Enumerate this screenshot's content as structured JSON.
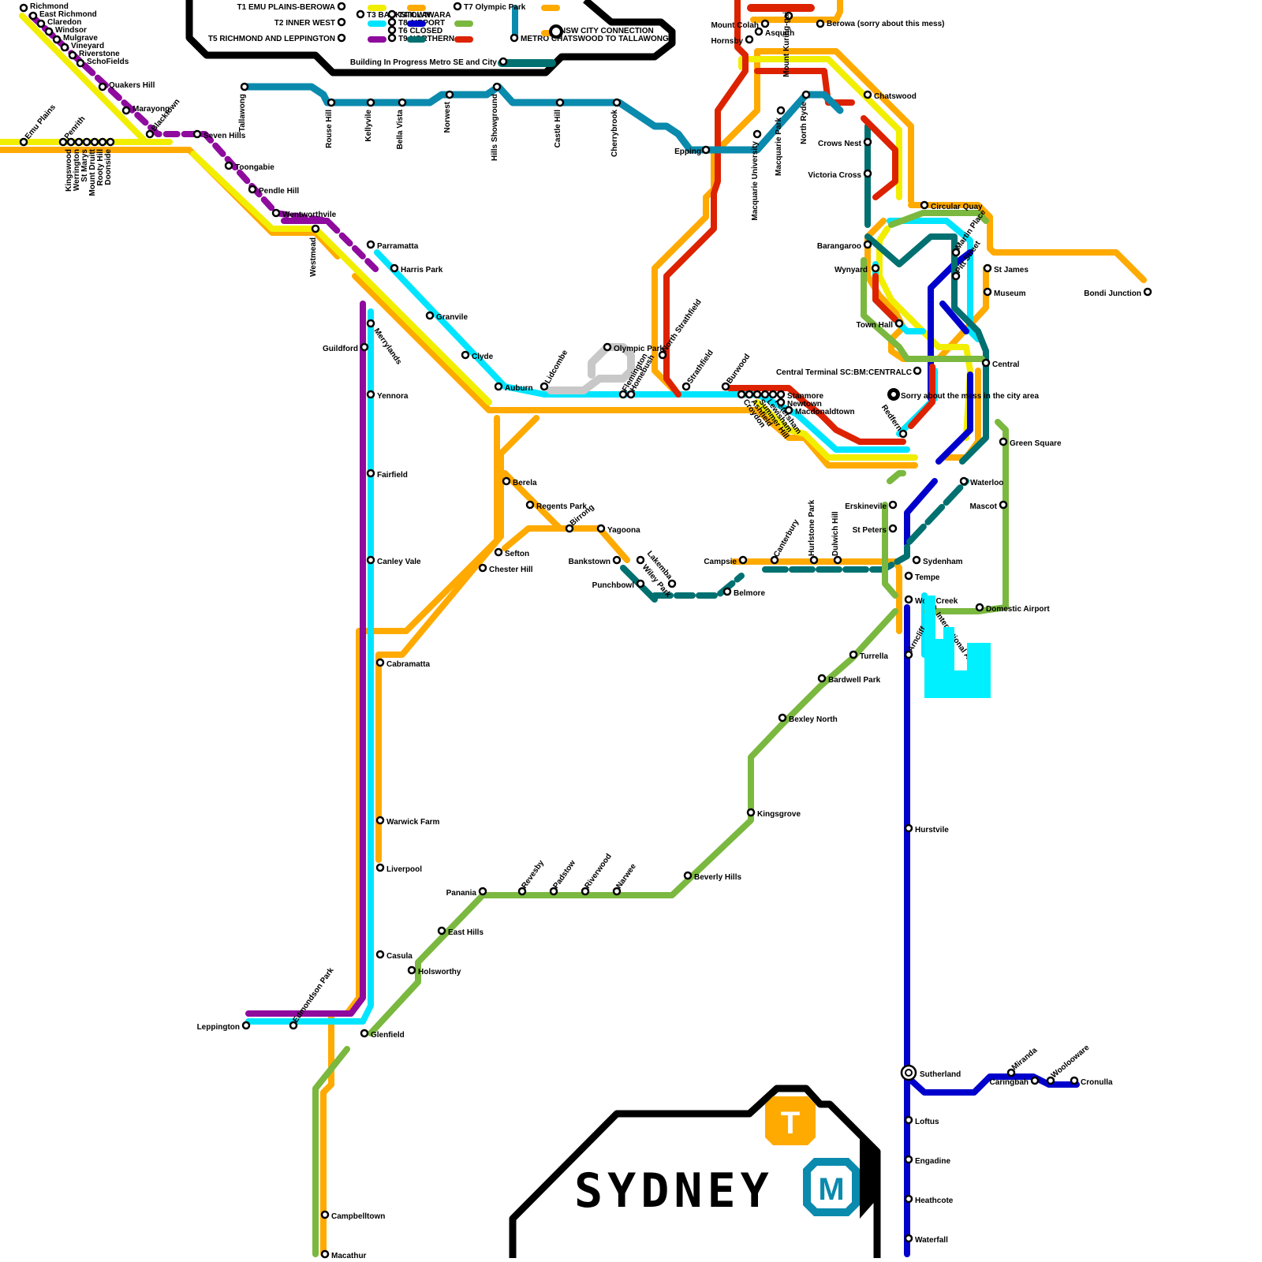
{
  "title": "SYDNEY",
  "logos": {
    "trains_letter": "T",
    "metro_letter": "M",
    "trains_icon": "trains-logo-icon",
    "metro_icon": "metro-logo-icon"
  },
  "colors": {
    "T1": "#ffaa00",
    "T2": "#00e5ff",
    "T3": "#8e0b9e",
    "T4": "#0000cc",
    "T5": "#8e0b9e",
    "T6": "#007070",
    "T7": "#c8c8c8",
    "T8": "#7ab83f",
    "T9": "#dd2200",
    "ON": "#f2ee00",
    "Metro": "#0a8aad",
    "text": "#000000",
    "background": "#ffffff"
  },
  "legend": {
    "t1": "T1 EMU PLAINS-BEROWA",
    "t2": "T2 INNER WEST",
    "t5": "T5 RICHMOND AND LEPPINGTON",
    "t3": "T3 BANKSTOWN",
    "t4": "T4 ILLAWARA",
    "t8": "T8 AIRPORT",
    "t6": "T6 CLOSED",
    "t9": "T9 NORTHERN",
    "t7": "T7 Olympic Park",
    "nsw": "NSW CITY CONNECTION",
    "metro": "METRO CHATSWOOD TO TALLAWONG",
    "building": "Building In Progress Metro SE and City"
  },
  "notes": {
    "berowa": "Berowa (sorry about this mess)",
    "city": "Sorry about the mess in the city area",
    "central_terminal": "Central Terminal SC:BM:CENTRALC"
  },
  "stations": [
    "Richmond",
    "East Richmond",
    "Claredon",
    "Windsor",
    "Mulgrave",
    "Vineyard",
    "Riverstone",
    "SchoFields",
    "Quakers Hill",
    "Marayong",
    "Blacktown",
    "Seven Hills",
    "Toongabie",
    "Pendle Hill",
    "Wentworthvile",
    "Westmead",
    "Parramatta",
    "Harris Park",
    "Granvile",
    "Clyde",
    "Auburn",
    "Lidcombe",
    "Olympic Park",
    "Flemington",
    "Homebush",
    "North Strathfield",
    "Strathfield",
    "Burwood",
    "Croydon",
    "Ashfield",
    "Summer Hill",
    "Lewisham",
    "Petersham",
    "Stanmore",
    "Newtown",
    "Macdonaldtown",
    "Redfern",
    "Emu Plains",
    "Penrith",
    "Kingswood",
    "Werrington",
    "St Marys",
    "Mount Druitt",
    "Rooty Hill",
    "Doonside",
    "Tallawong",
    "Rouse Hill",
    "Kellyvile",
    "Bella Vista",
    "Norwest",
    "Hills Showground",
    "Castle Hill",
    "Cherrybrook",
    "Epping",
    "Macquarie University",
    "Macquarie Park",
    "North Ryde",
    "Chatswood",
    "Crows Nest",
    "Victoria Cross",
    "Barangaroo",
    "Circular Quay",
    "Wynyard",
    "Martin Place",
    "Pitt Street",
    "St James",
    "Museum",
    "Bondi Junction",
    "Town Hall",
    "Central",
    "Green Square",
    "Waterloo",
    "Mascot",
    "Erskinevile",
    "St Peters",
    "Sydenham",
    "Tempe",
    "Wolli Creek",
    "International Airport",
    "Domestic Airport",
    "Arncliff",
    "Turrella",
    "Bardwell Park",
    "Bexley North",
    "Kingsgrove",
    "Beverly Hills",
    "Narwee",
    "Riverwood",
    "Padstow",
    "Revesby",
    "Panania",
    "East Hills",
    "Holsworthy",
    "Glenfield",
    "Casula",
    "Liverpool",
    "Warwick Farm",
    "Cabramatta",
    "Canley Vale",
    "Fairfield",
    "Yennora",
    "Guildford",
    "Merrylands",
    "Berela",
    "Regents Park",
    "Birrong",
    "Yagoona",
    "Bankstown",
    "Punchbowl",
    "Wiley Park",
    "Lakemba",
    "Belmore",
    "Campsie",
    "Canterbury",
    "Hurlstone Park",
    "Dulwich Hill",
    "Sefton",
    "Chester Hill",
    "Leppington",
    "Edmondson Park",
    "Campbelltown",
    "Macathur",
    "Hurstvile",
    "Sutherland",
    "Loftus",
    "Engadine",
    "Heathcote",
    "Waterfall",
    "Miranda",
    "Caringbah",
    "Woolooware",
    "Cronulla",
    "Hornsby",
    "Asquith",
    "Mount Colah",
    "Mount Kuring-gai"
  ]
}
